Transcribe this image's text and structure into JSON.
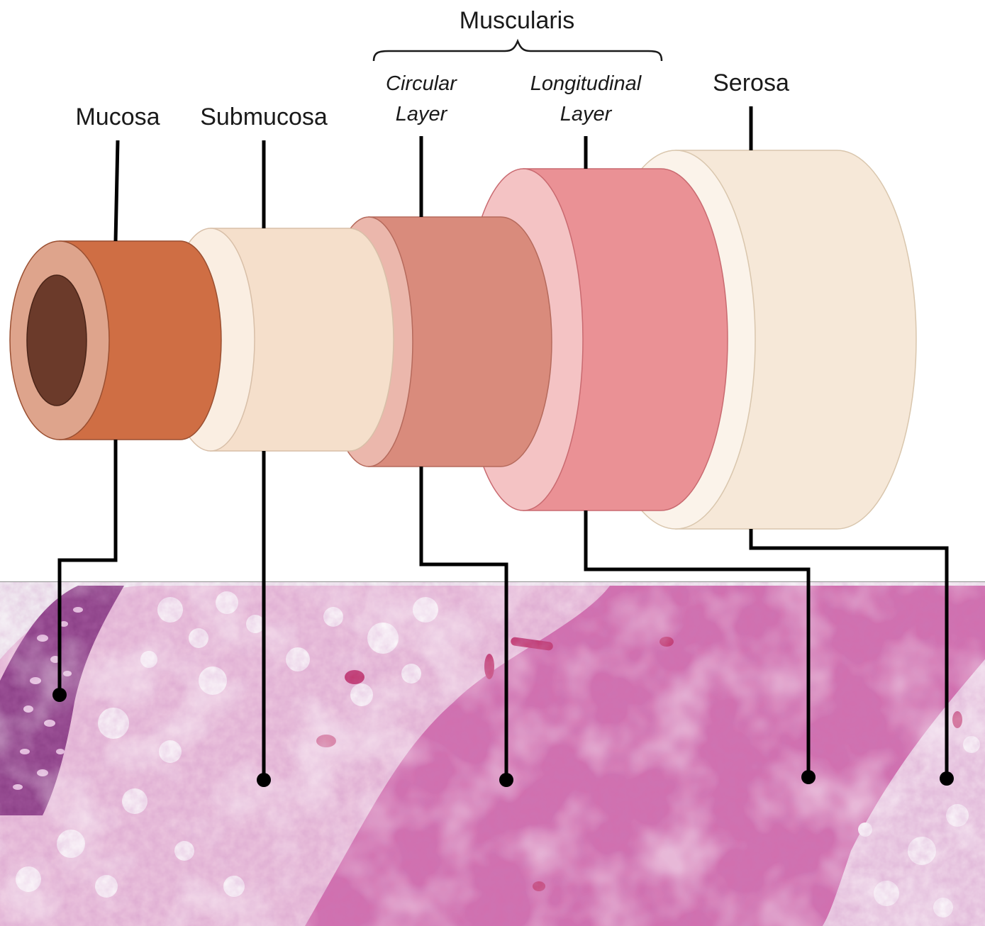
{
  "labels": {
    "muscularis": "Muscularis",
    "mucosa": "Mucosa",
    "submucosa": "Submucosa",
    "circular_line1": "Circular",
    "circular_line2": "Layer",
    "longitudinal_line1": "Longitudinal",
    "longitudinal_line2": "Layer",
    "serosa": "Serosa"
  },
  "colors": {
    "mucosa_body": "#cf6e44",
    "mucosa_face": "#dea48c",
    "mucosa_lumen": "#6b3a2a",
    "submucosa_body": "#f5dfcb",
    "submucosa_face": "#faeee2",
    "circular_body": "#d98b7c",
    "circular_face": "#ebb7ac",
    "longitudinal_body": "#ea9195",
    "longitudinal_face": "#f4c3c4",
    "serosa_body": "#f6e8d8",
    "serosa_face": "#fbf3ea",
    "leader_line": "#000000",
    "tissue_base": "#d57fb4",
    "tissue_dark": "#9b4a8e",
    "tissue_pale": "#f3e2ee"
  }
}
